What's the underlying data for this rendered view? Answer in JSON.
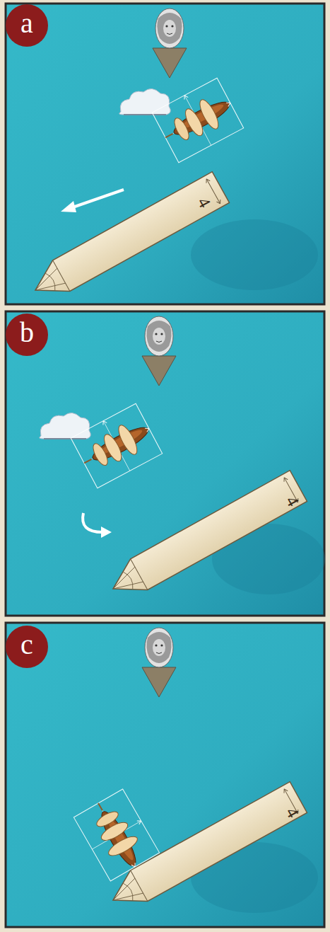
{
  "diagram": {
    "nodes": [
      {
        "text": [
          "a"
        ]
      },
      {
        "text": [
          "b"
        ]
      },
      {
        "text": [
          "c"
        ]
      }
    ],
    "labels": [
      "4",
      "4",
      "4"
    ]
  }
}
